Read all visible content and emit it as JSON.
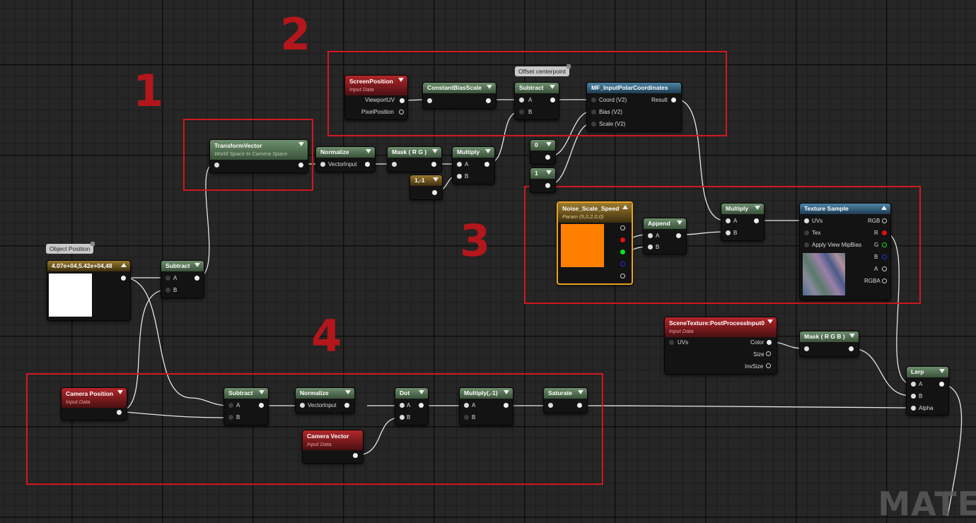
{
  "annotations": {
    "n1": "1",
    "n2": "2",
    "n3": "3",
    "n4": "4"
  },
  "comments": {
    "offset": "Offset centerpoint",
    "object_position": "Object Position"
  },
  "nodes": {
    "screen_position": {
      "title": "ScreenPosition",
      "subtitle": "Input Data",
      "out1": "ViewportUV",
      "out2": "PixelPosition"
    },
    "constant_bias_scale": {
      "title": "ConstantBiasScale"
    },
    "subtract_top": {
      "title": "Subtract",
      "a": "A",
      "b": "B"
    },
    "mf_polar": {
      "title": "MF_InputPolarCoordinates",
      "in1": "Coord (V2)",
      "in2": "Bias (V2)",
      "in3": "Scale (V2)",
      "out": "Result"
    },
    "transform_vector": {
      "title": "TransformVector",
      "subtitle": "World Space to Camera Space"
    },
    "normalize_top": {
      "title": "Normalize",
      "in": "VectorInput"
    },
    "mask_rg": {
      "title": "Mask ( R G )"
    },
    "multiply_top": {
      "title": "Multiply",
      "a": "A",
      "b": "B"
    },
    "const_0": {
      "title": "0"
    },
    "const_1": {
      "title": "1"
    },
    "const_1_neg1": {
      "title": "1,-1"
    },
    "noise_param": {
      "title": "Noise_Scale_Speed",
      "subtitle": "Param (5,0,2,0,0)",
      "color": "#ff7f00"
    },
    "append": {
      "title": "Append",
      "a": "A",
      "b": "B"
    },
    "multiply_mid": {
      "title": "Multiply",
      "a": "A",
      "b": "B"
    },
    "texture_sample": {
      "title": "Texture Sample",
      "in1": "UVs",
      "in2": "Tex",
      "in3": "Apply View MipBias",
      "out_rgb": "RGB",
      "out_r": "R",
      "out_g": "G",
      "out_b": "B",
      "out_a": "A",
      "out_rgba": "RGBA"
    },
    "object_pos_const": {
      "title": "4.07e+04,5.42e+04,48"
    },
    "subtract_left": {
      "title": "Subtract",
      "a": "A",
      "b": "B"
    },
    "scene_texture": {
      "title": "SceneTexture:PostProcessInput0",
      "subtitle": "Input Data",
      "in": "UVs",
      "out1": "Color",
      "out2": "Size",
      "out3": "InvSize"
    },
    "mask_rgb": {
      "title": "Mask ( R G B )"
    },
    "lerp": {
      "title": "Lerp",
      "a": "A",
      "b": "B",
      "alpha": "Alpha"
    },
    "camera_position": {
      "title": "Camera Position",
      "subtitle": "Input Data"
    },
    "subtract_bottom": {
      "title": "Subtract",
      "a": "A",
      "b": "B"
    },
    "normalize_bottom": {
      "title": "Normalize",
      "in": "VectorInput"
    },
    "dot": {
      "title": "Dot",
      "a": "A",
      "b": "B"
    },
    "multiply_neg1": {
      "title": "Multiply(,-1)",
      "a": "A",
      "b": "B"
    },
    "saturate": {
      "title": "Saturate"
    },
    "camera_vector": {
      "title": "Camera Vector",
      "subtitle": "Input Data"
    }
  },
  "watermark": "MATE"
}
